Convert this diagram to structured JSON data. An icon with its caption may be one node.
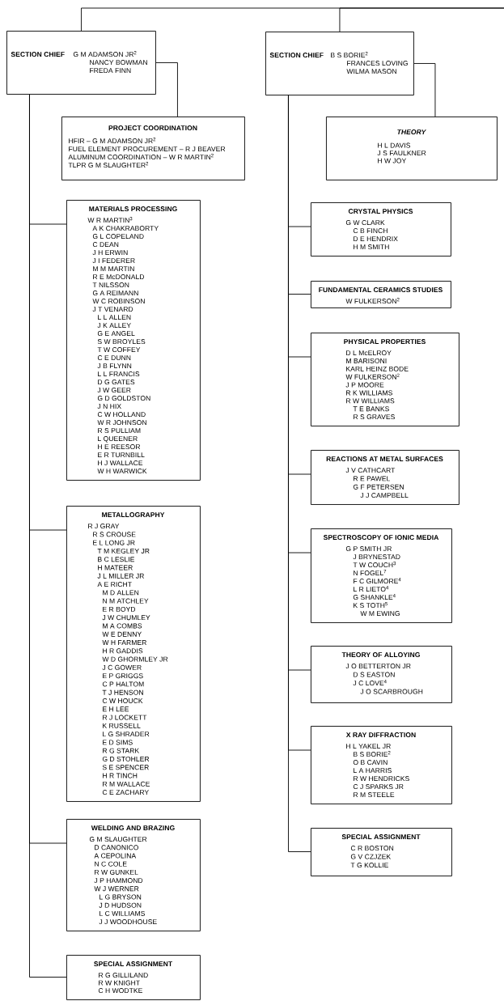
{
  "diagram": {
    "nodes": [
      {
        "text": [
          "SECTION CHIEF",
          "G M ADAMSON JR$^{2}$",
          "NANCY BOWMAN",
          "FREDA FINN"
        ]
      },
      {
        "text": [
          "PROJECT COORDINATION",
          "HFIR – G M ADAMSON JR$^{2}$",
          "FUEL ELEMENT PROCUREMENT – R J BEAVER",
          "ALUMINUM COORDINATION – W R MARTIN$^{2}$",
          "TLPR G M SLAUGHTER$^{2}$"
        ]
      },
      {
        "text": [
          "MATERIALS PROCESSING",
          "W R MARTIN$^{3}$",
          "A K CHAKRABORTY",
          "G L COPELAND",
          "C DEAN",
          "J H ERWIN",
          "J I FEDERER",
          "M M MARTIN",
          "R E McDONALD",
          "T NILSSON",
          "G A REIMANN",
          "W C ROBINSON",
          "J T VENARD",
          "L L ALLEN",
          "J K ALLEY",
          "G E ANGEL",
          "S W BROYLES",
          "T W COFFEY",
          "C E DUNN",
          "J B FLYNN",
          "L L FRANCIS",
          "D G GATES",
          "J W GEER",
          "G D GOLDSTON",
          "J N HIX",
          "C W HOLLAND",
          "W R JOHNSON",
          "R S PULLIAM",
          "L QUEENER",
          "H E REESOR",
          "E R TURNBILL",
          "H J WALLACE",
          "W H WARWICK"
        ]
      },
      {
        "text": [
          "METALLOGRAPHY",
          "R J GRAY",
          "R S CROUSE",
          "E L LONG JR",
          "T M KEGLEY JR",
          "B C LESLIE",
          "H MATEER",
          "J L MILLER JR",
          "A E RICHT",
          "M D ALLEN",
          "N M ATCHLEY",
          "E R BOYD",
          "J W CHUMLEY",
          "M A COMBS",
          "W E DENNY",
          "W H FARMER",
          "H R GADDIS",
          "W D GHORMLEY JR",
          "J C GOWER",
          "E P GRIGGS",
          "C P HALTOM",
          "T J HENSON",
          "C W HOUCK",
          "E H LEE",
          "R J LOCKETT",
          "K RUSSELL",
          "L G SHRADER",
          "E D SIMS",
          "R G STARK",
          "G D STOHLER",
          "S E SPENCER",
          "H R TINCH",
          "R M WALLACE",
          "C E ZACHARY"
        ]
      },
      {
        "text": [
          "WELDING AND BRAZING",
          "G M SLAUGHTER",
          "D CANONICO",
          "A CEPOLINA",
          "N C COLE",
          "R W GUNKEL",
          "J P HAMMOND",
          "W J WERNER",
          "L G BRYSON",
          "J D HUDSON",
          "L C WILLIAMS",
          "J J WOODHOUSE"
        ]
      },
      {
        "text": [
          "SPECIAL ASSIGNMENT",
          "R G GILLILAND",
          "R W KNIGHT",
          "C H WODTKE"
        ]
      },
      {
        "text": [
          "SECTION CHIEF",
          "B S BORIE$^{2}$",
          "FRANCES LOVING",
          "WILMA MASON"
        ]
      },
      {
        "text": [
          "THEORY",
          "H L DAVIS",
          "J S FAULKNER",
          "H W JOY"
        ]
      },
      {
        "text": [
          "CRYSTAL PHYSICS",
          "G W CLARK",
          "C B FINCH",
          "D E HENDRIX",
          "H M SMITH"
        ]
      },
      {
        "text": [
          "FUNDAMENTAL CERAMICS STUDIES",
          "W FULKERSON$^{2}$"
        ]
      },
      {
        "text": [
          "PHYSICAL PROPERTIES",
          "D L McELROY",
          "M BARISONI",
          "KARL HEINZ BODE",
          "W FULKERSON$^{2}$",
          "J P MOORE",
          "R K WILLIAMS",
          "R W WILLIAMS",
          "T E BANKS",
          "R S GRAVES"
        ]
      },
      {
        "text": [
          "REACTIONS AT METAL SURFACES",
          "J V CATHCART",
          "R E PAWEL",
          "G F PETERSEN",
          "J J CAMPBELL"
        ]
      },
      {
        "text": [
          "SPECTROSCOPY OF IONIC MEDIA",
          "G P SMITH JR",
          "J BRYNESTAD",
          "T W COUCH$^{3}$",
          "N FOGEL$^{7}$",
          "F C GILMORE$^{4}$",
          "L R LIETO$^{4}$",
          "G SHANKLE$^{4}$",
          "K S TOTH$^{5}$",
          "W M EWING"
        ]
      },
      {
        "text": [
          "THEORY OF ALLOYING",
          "J O BETTERTON JR",
          "D S EASTON",
          "J C LOVE$^{4}$",
          "J O SCARBROUGH"
        ]
      },
      {
        "text": [
          "X RAY DIFFRACTION",
          "H L YAKEL JR",
          "B S BORIE$^{2}$",
          "O B CAVIN",
          "L A HARRIS",
          "R W HENDRICKS",
          "C J SPARKS JR",
          "R M STEELE"
        ]
      },
      {
        "text": [
          "SPECIAL ASSIGNMENT",
          "C R BOSTON",
          "G V CZJZEK",
          "T G KOLLIE"
        ]
      }
    ],
    "edges": [
      {
        "from": null,
        "to": 0,
        "arrow": "none"
      },
      {
        "from": null,
        "to": 6,
        "arrow": "none"
      },
      {
        "from": 0,
        "to": 1,
        "arrow": "none"
      },
      {
        "from": 0,
        "to": 2,
        "arrow": "none"
      },
      {
        "from": 0,
        "to": 3,
        "arrow": "none"
      },
      {
        "from": 0,
        "to": 4,
        "arrow": "none"
      },
      {
        "from": 0,
        "to": 5,
        "arrow": "none"
      },
      {
        "from": 6,
        "to": 7,
        "arrow": "none"
      },
      {
        "from": 6,
        "to": 8,
        "arrow": "none"
      },
      {
        "from": 6,
        "to": 9,
        "arrow": "none"
      },
      {
        "from": 6,
        "to": 10,
        "arrow": "none"
      },
      {
        "from": 6,
        "to": 11,
        "arrow": "none"
      },
      {
        "from": 6,
        "to": 12,
        "arrow": "none"
      },
      {
        "from": 6,
        "to": 13,
        "arrow": "none"
      },
      {
        "from": 6,
        "to": 14,
        "arrow": "none"
      },
      {
        "from": 6,
        "to": 15,
        "arrow": "none"
      }
    ]
  }
}
